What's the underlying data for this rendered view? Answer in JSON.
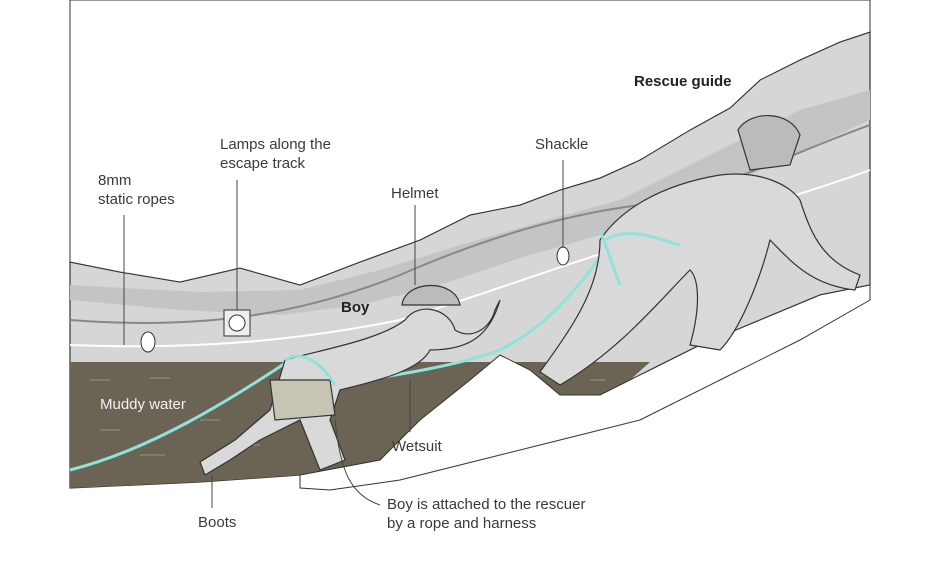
{
  "title": "Rescue guide",
  "labels": {
    "lamps_line1": "Lamps along the",
    "lamps_line2": "escape track",
    "shackle": "Shackle",
    "ropes_line1": "8mm",
    "ropes_line2": "static ropes",
    "helmet": "Helmet",
    "boy": "Boy",
    "muddy_water": "Muddy water",
    "wetsuit": "Wetsuit",
    "boots": "Boots",
    "attached_line1": "Boy is attached to the rescuer",
    "attached_line2": "by a rope and harness"
  },
  "colors": {
    "rock": "#d6d6d6",
    "rock_dark": "#c3c3c3",
    "mud": "#6b6455",
    "rope": "#8fe3da",
    "figure": "#d9d9d9",
    "outline": "#333333"
  }
}
